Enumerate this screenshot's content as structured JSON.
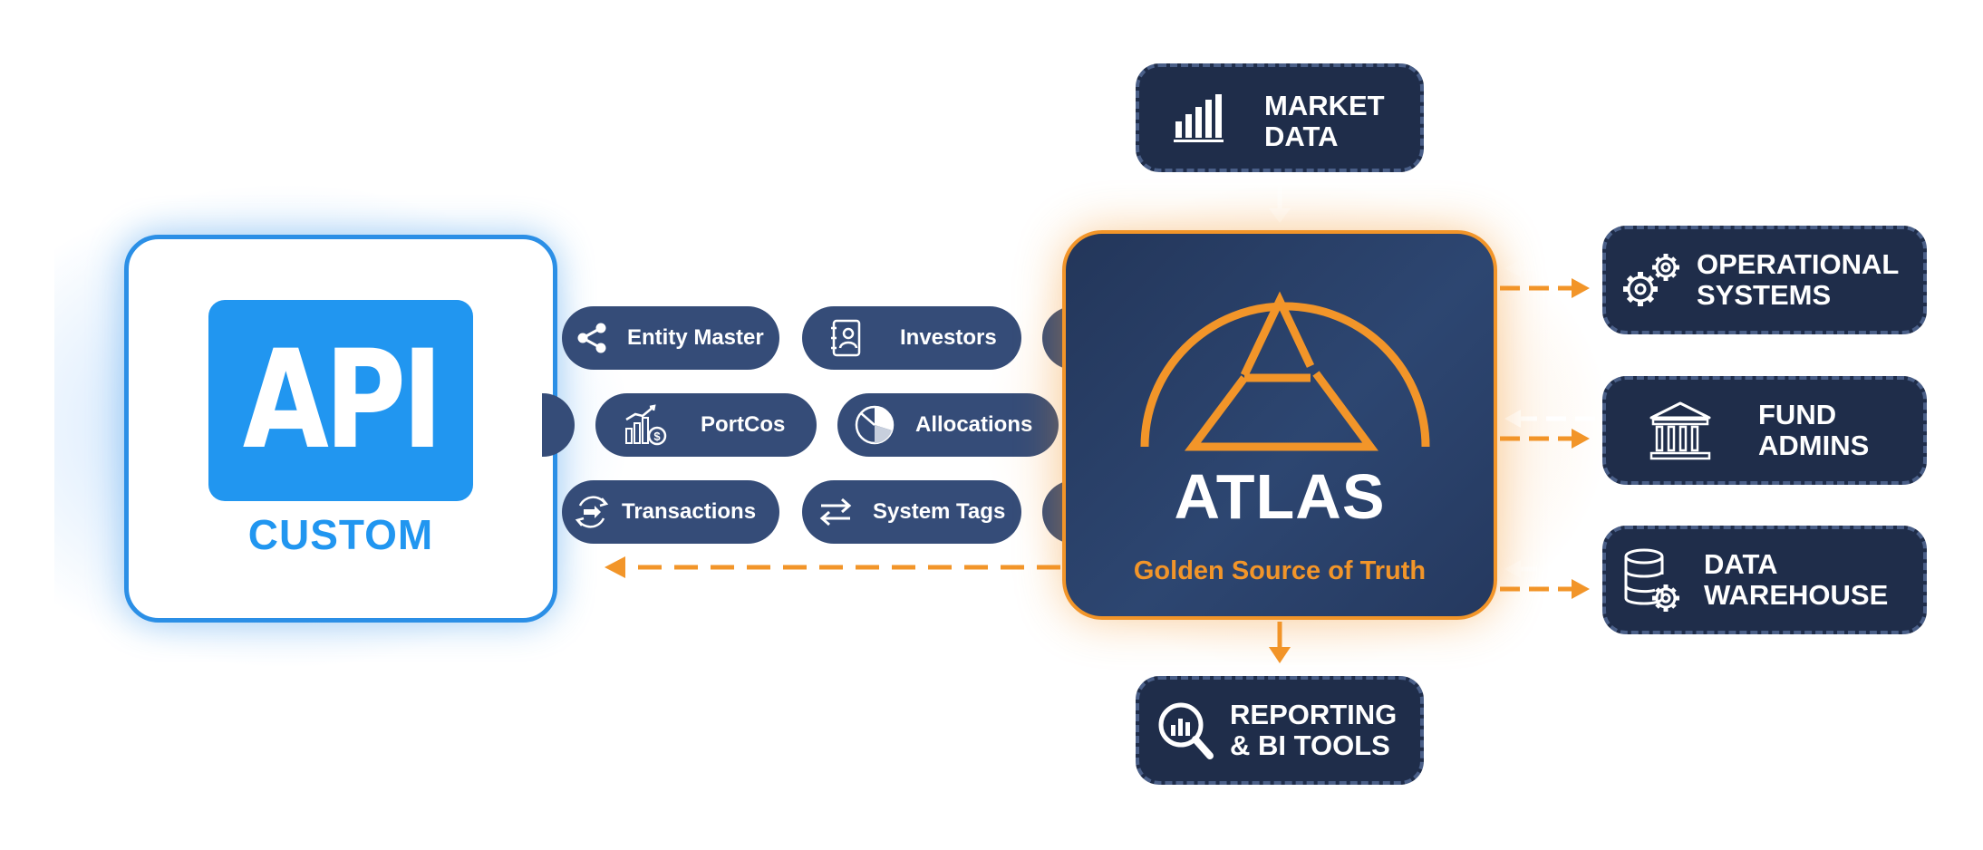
{
  "colors": {
    "api_blue": "#2196f0",
    "atlas_orange": "#f29529",
    "navy": "#1f2d4a",
    "pill_blue": "#354c78"
  },
  "api_card": {
    "badge_text": "API",
    "caption": "CUSTOM"
  },
  "pills": [
    {
      "label": "Entity Master",
      "icon": "share-nodes-icon"
    },
    {
      "label": "Investors",
      "icon": "contact-book-icon"
    },
    {
      "label": "PortCos",
      "icon": "growth-chart-dollar-icon"
    },
    {
      "label": "Allocations",
      "icon": "pie-chart-icon"
    },
    {
      "label": "Transactions",
      "icon": "exchange-circle-icon"
    },
    {
      "label": "System Tags",
      "icon": "swap-arrows-icon"
    }
  ],
  "atlas": {
    "title": "ATLAS",
    "subtitle": "Golden Source of Truth",
    "logo": "atlas-triangle-arch-logo"
  },
  "sources": {
    "market_data": {
      "line1": "MARKET",
      "line2": "DATA",
      "icon": "bar-chart-icon"
    },
    "reporting": {
      "line1": "REPORTING",
      "line2": "& BI TOOLS",
      "icon": "magnifier-chart-icon"
    },
    "operational": {
      "line1": "OPERATIONAL",
      "line2": "SYSTEMS",
      "icon": "gears-icon"
    },
    "fund_admins": {
      "line1": "FUND",
      "line2": "ADMINS",
      "icon": "bank-building-icon"
    },
    "data_warehouse": {
      "line1": "DATA",
      "line2": "WAREHOUSE",
      "icon": "database-gear-icon"
    }
  }
}
